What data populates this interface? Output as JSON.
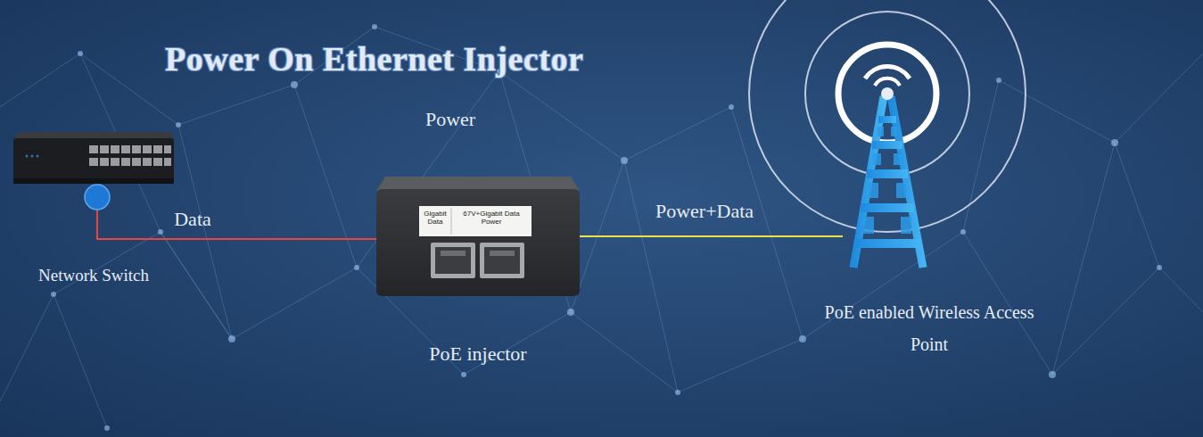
{
  "diagram": {
    "title": "Power On Ethernet Injector",
    "nodes": [
      {
        "text": [
          "Network Switch"
        ]
      },
      {
        "text": [
          "Gigabit Data",
          "67V+Gigabit Data Power",
          "PoE injector"
        ]
      },
      {
        "text": [
          "PoE enabled Wireless Access Point"
        ]
      }
    ],
    "edges": [
      {
        "from": 0,
        "to": 1,
        "label": "Data",
        "arrow": "none"
      },
      {
        "from": 1,
        "to": 2,
        "label": "Power+Data",
        "arrow": "none"
      }
    ],
    "labels": [
      "Power"
    ]
  }
}
